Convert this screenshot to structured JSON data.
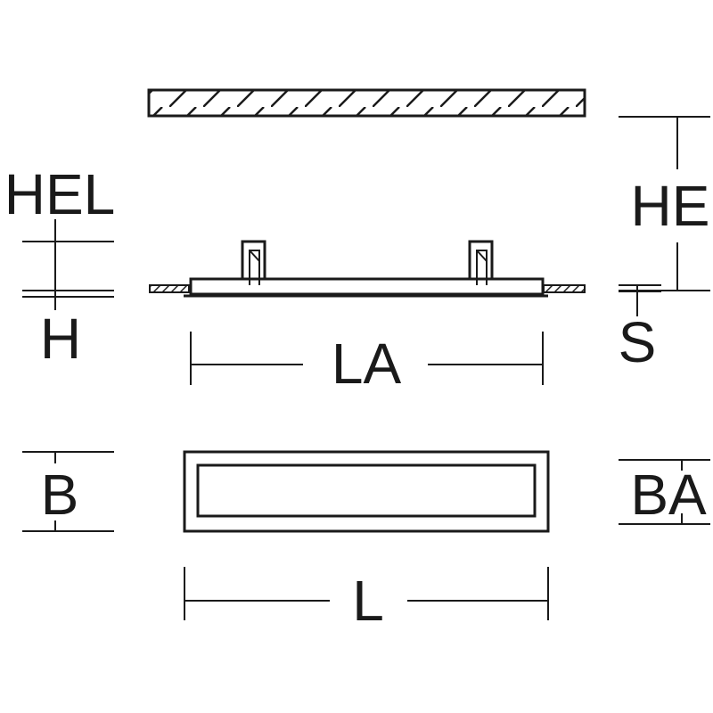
{
  "labels": {
    "hel": "HEL",
    "he": "HE",
    "h": "H",
    "s": "S",
    "la": "LA",
    "b": "B",
    "ba": "BA",
    "l": "L"
  },
  "colors": {
    "stroke": "#1a1a1a",
    "background": "#ffffff"
  }
}
